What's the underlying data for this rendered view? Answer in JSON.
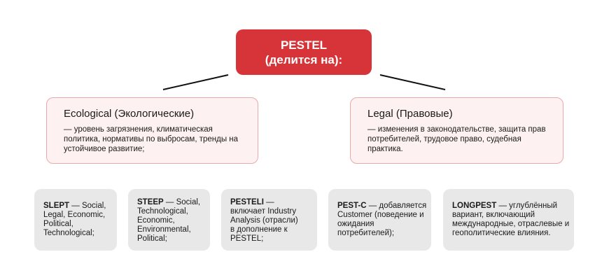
{
  "root": {
    "line1": "PESTEL",
    "line2": "(делится на):"
  },
  "categories": [
    {
      "title": "Ecological (Экологические)",
      "text": "— уровень загрязнения, климатическая политика, нормативы по выбросам, тренды на устойчивое развитие;"
    },
    {
      "title": "Legal (Правовые)",
      "text": "— изменения в законодательстве, защита прав потребителей, трудовое право, судебная практика."
    }
  ],
  "variants": [
    {
      "name": "SLEPT",
      "text": " — Social, Legal, Economic, Political, Technological;"
    },
    {
      "name": "STEEP",
      "text": " — Social, Technological, Economic, Environmental, Political;"
    },
    {
      "name": "PESTELI",
      "text": " — включает Industry Analysis (отрасли) в дополнение к PESTEL;"
    },
    {
      "name": "PEST-C",
      "text": " — добавляется Customer (поведение и ожидания потребителей);"
    },
    {
      "name": "LONGPEST",
      "text": " — углублённый вариант, включающий международные, отраслевые и геополитические влияния."
    }
  ],
  "colors": {
    "accent": "#d7343a",
    "category_bg": "#fdf1f1",
    "category_border": "#eaa9a9",
    "variant_bg": "#e8e8e8"
  }
}
